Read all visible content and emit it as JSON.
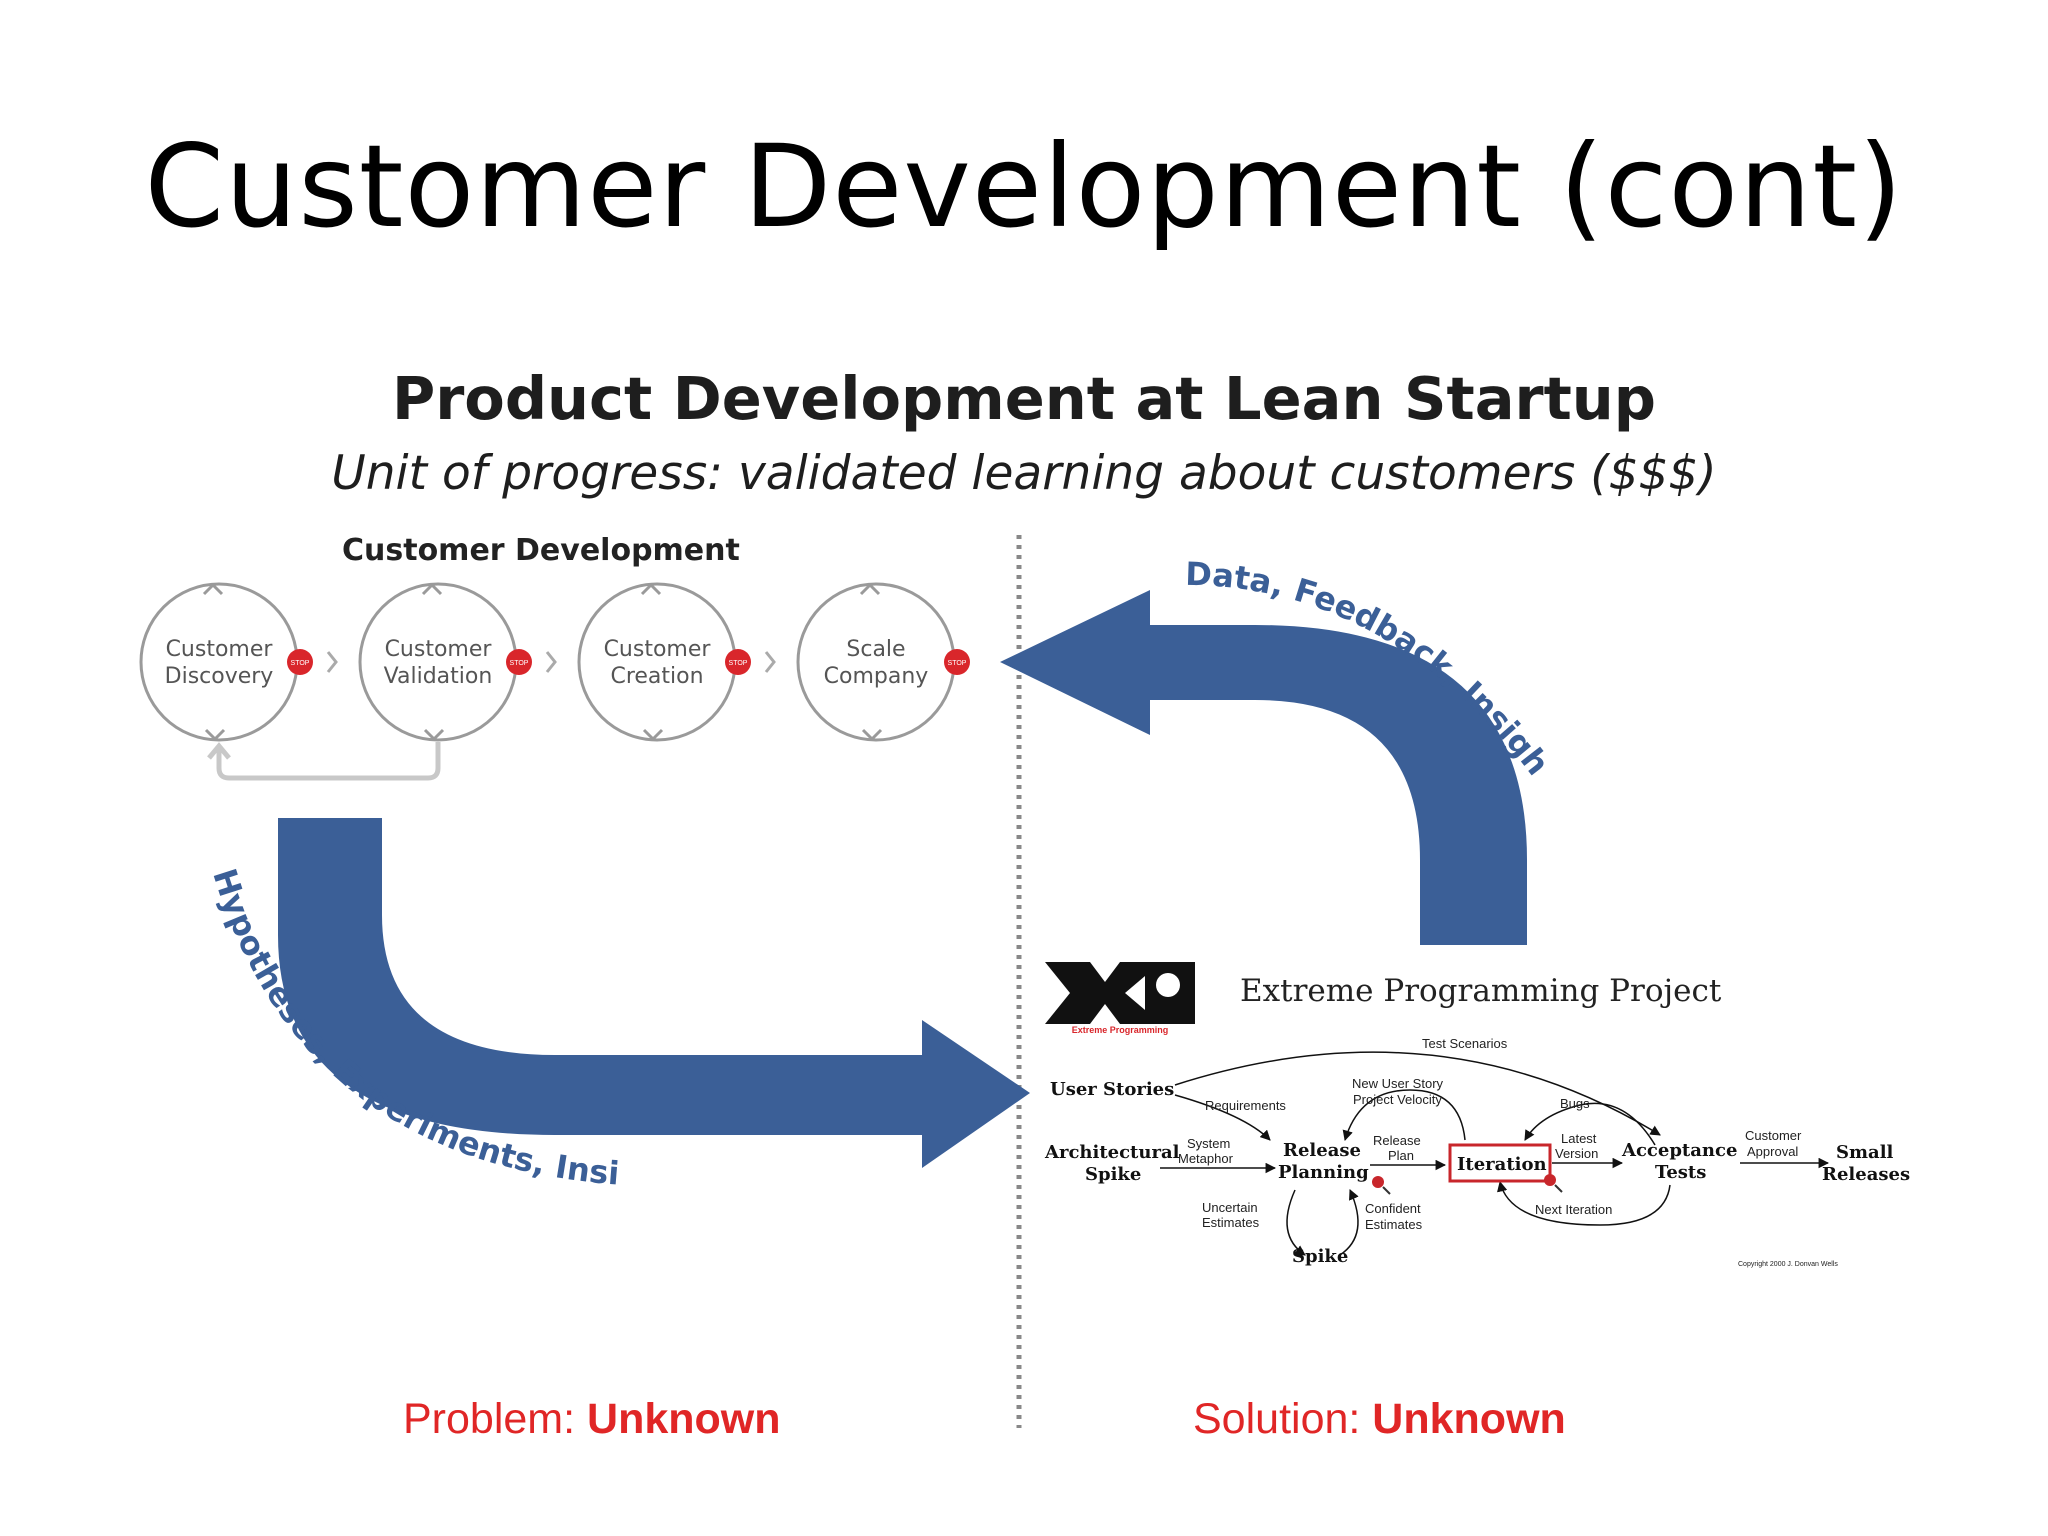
{
  "slide": {
    "title": "Customer Development (cont)"
  },
  "diagram": {
    "title": "Product Development at Lean Startup",
    "subtitle": "Unit of progress: validated learning about customers ($$$)",
    "customer_development": {
      "label": "Customer Development",
      "stages": [
        {
          "line1": "Customer",
          "line2": "Discovery"
        },
        {
          "line1": "Customer",
          "line2": "Validation"
        },
        {
          "line1": "Customer",
          "line2": "Creation"
        },
        {
          "line1": "Scale",
          "line2": "Company"
        }
      ],
      "stop_label": "STOP"
    },
    "arrows": {
      "top": "Data, Feedback, Insights",
      "bottom": "Hypotheses, Experiments, Insights"
    },
    "xp": {
      "logo_caption": "Extreme Programming",
      "title": "Extreme Programming Project",
      "nodes": {
        "user_stories": "User Stories",
        "architectural_spike_1": "Architectural",
        "architectural_spike_2": "Spike",
        "release_planning_1": "Release",
        "release_planning_2": "Planning",
        "iteration": "Iteration",
        "acceptance_tests_1": "Acceptance",
        "acceptance_tests_2": "Tests",
        "small_releases_1": "Small",
        "small_releases_2": "Releases",
        "spike": "Spike"
      },
      "edges": {
        "test_scenarios": "Test Scenarios",
        "requirements": "Requirements",
        "new_user_story": "New User Story",
        "project_velocity": "Project Velocity",
        "bugs": "Bugs",
        "system_metaphor_1": "System",
        "system_metaphor_2": "Metaphor",
        "release_plan_1": "Release",
        "release_plan_2": "Plan",
        "latest_version_1": "Latest",
        "latest_version_2": "Version",
        "customer_approval_1": "Customer",
        "customer_approval_2": "Approval",
        "uncertain_estimates_1": "Uncertain",
        "uncertain_estimates_2": "Estimates",
        "confident_estimates_1": "Confident",
        "confident_estimates_2": "Estimates",
        "next_iteration": "Next Iteration"
      },
      "copyright": "Copyright 2000 J. Donvan Wells"
    },
    "footer": {
      "problem_label": "Problem:",
      "problem_value": "Unknown",
      "solution_label": "Solution:",
      "solution_value": "Unknown"
    },
    "colors": {
      "arrow": "#3b5f97",
      "stop": "#d9262b",
      "footer": "#e02626"
    }
  }
}
